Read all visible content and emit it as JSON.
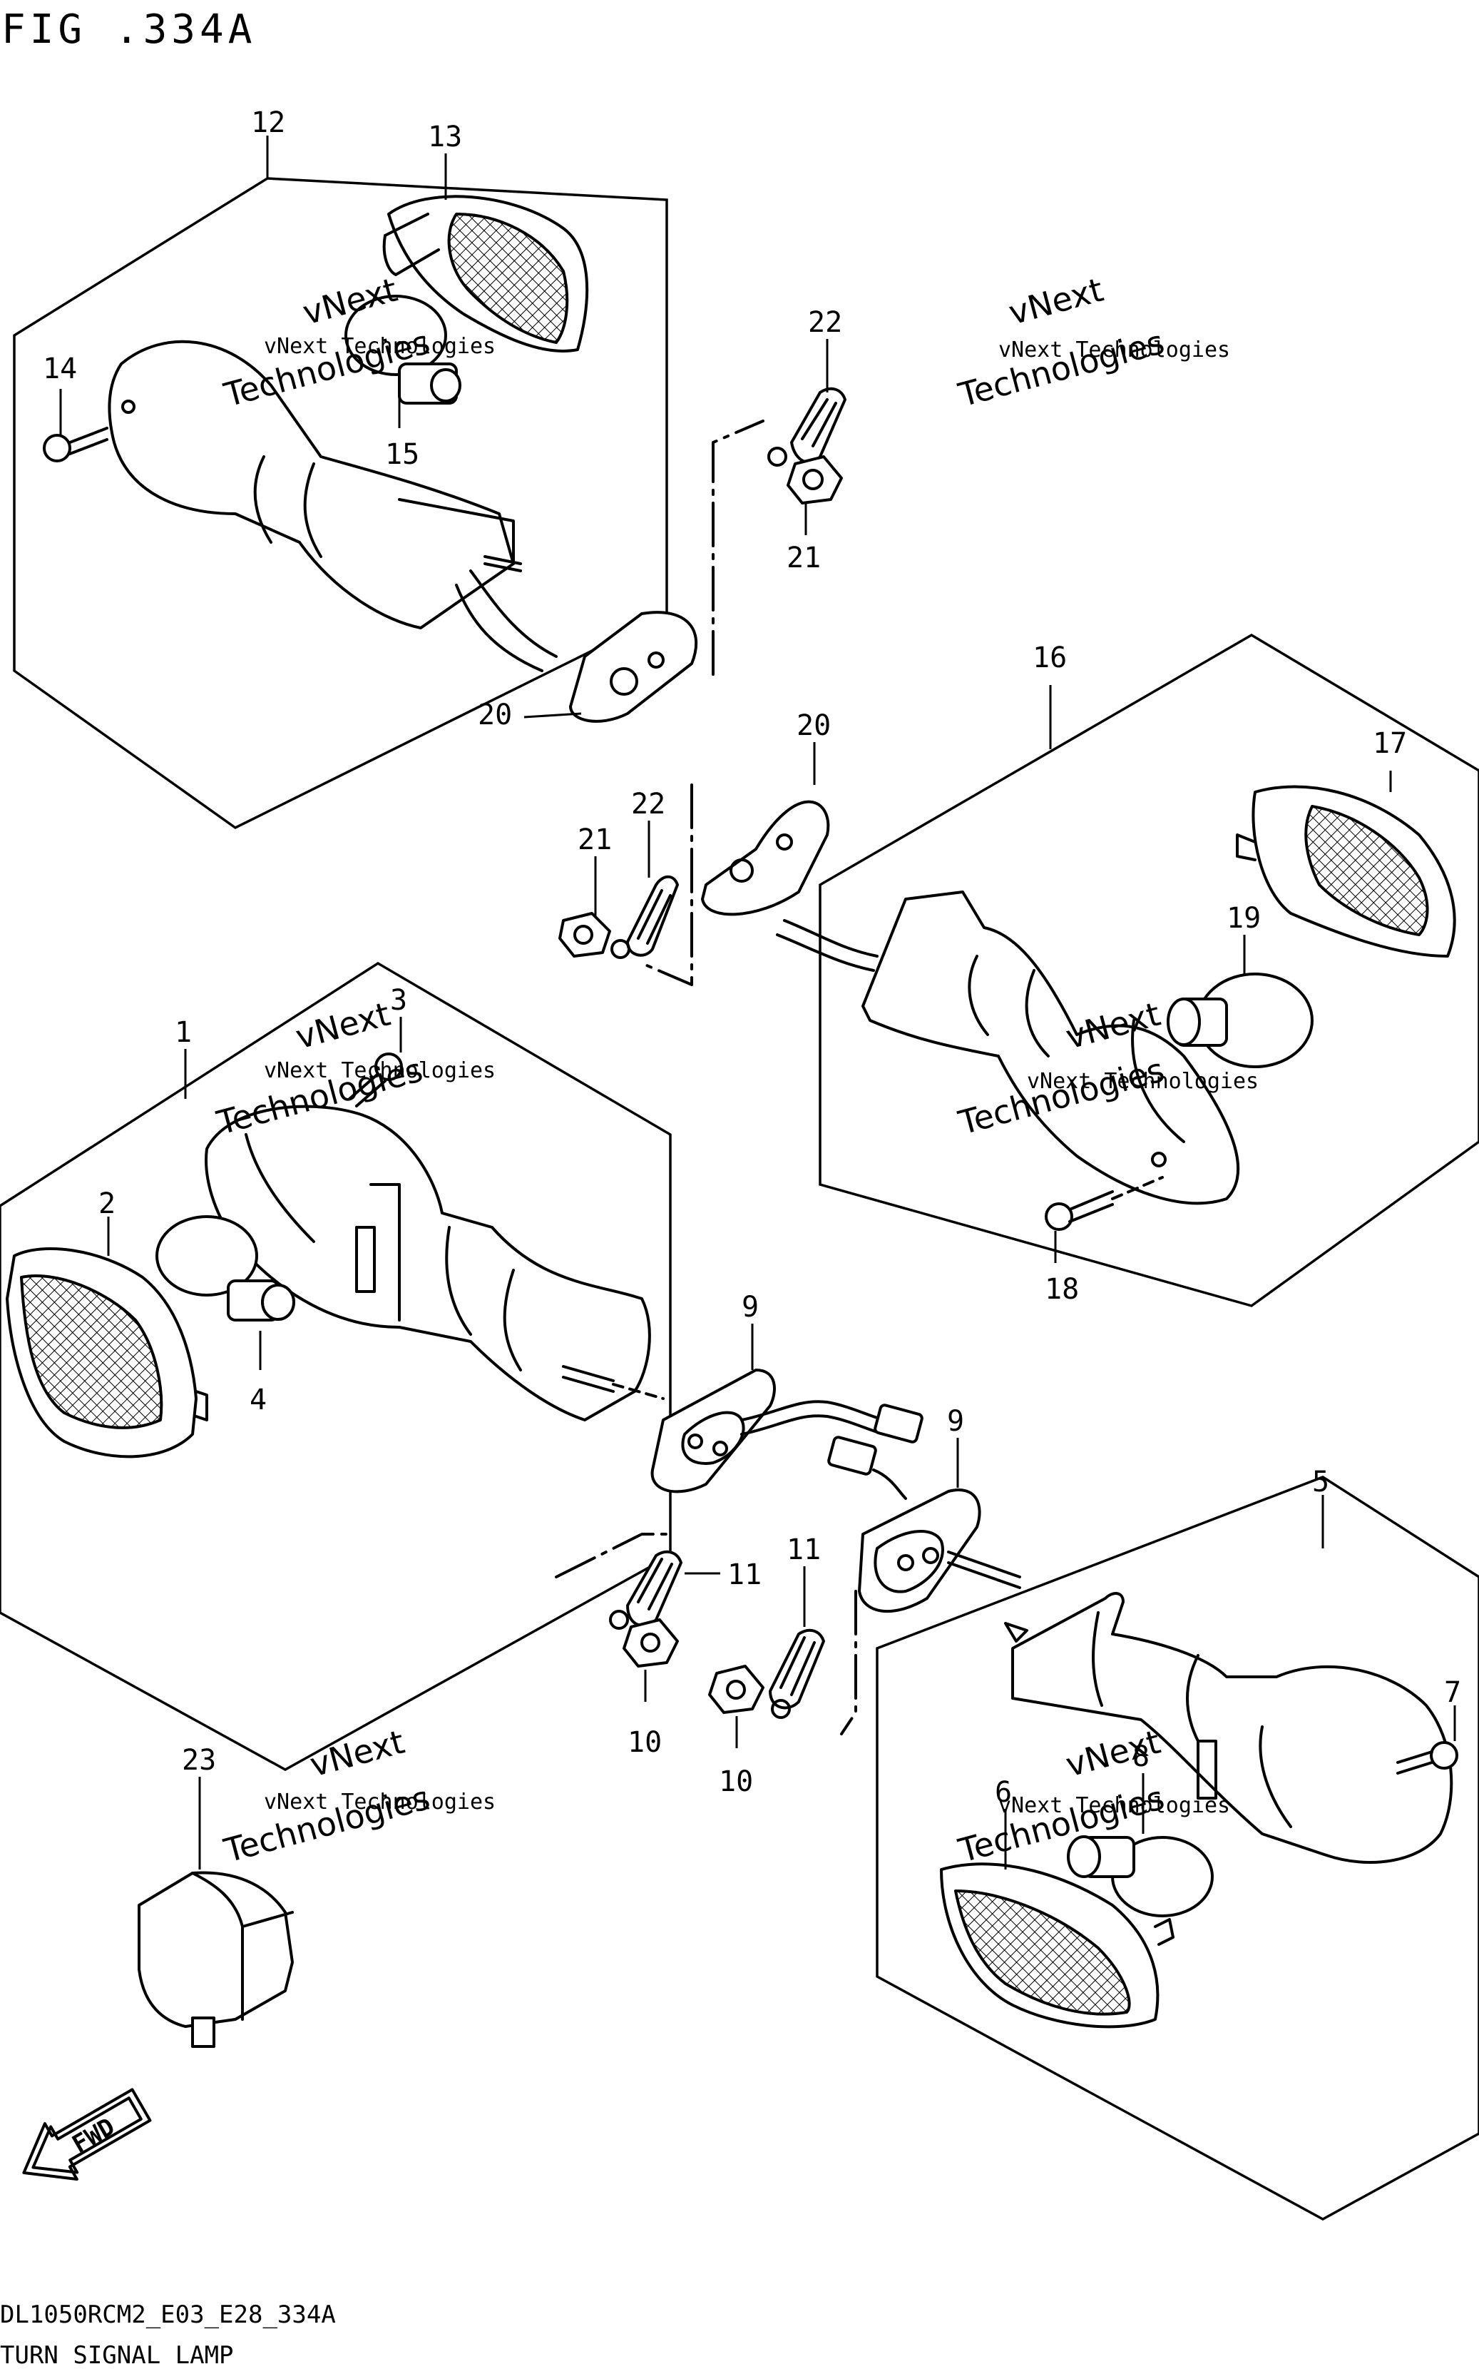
{
  "figure_title": "FIG .334A",
  "footer": {
    "model_code": "DL1050RCM2_E03_E28_334A",
    "caption": "TURN SIGNAL LAMP"
  },
  "watermark": {
    "line1": "vNext Technologies",
    "line2": "vNext",
    "line3": "Technologies"
  },
  "direction_label": "FWD",
  "callouts": {
    "c1": "1",
    "c2": "2",
    "c3": "3",
    "c4": "4",
    "c5": "5",
    "c6": "6",
    "c7": "7",
    "c8": "8",
    "c9a": "9",
    "c9b": "9",
    "c10a": "10",
    "c10b": "10",
    "c11a": "11",
    "c11b": "11",
    "c12": "12",
    "c13": "13",
    "c14": "14",
    "c15": "15",
    "c16": "16",
    "c17": "17",
    "c18": "18",
    "c19": "19",
    "c20a": "20",
    "c20b": "20",
    "c21a": "21",
    "c21b": "21",
    "c22a": "22",
    "c22b": "22",
    "c23": "23"
  }
}
